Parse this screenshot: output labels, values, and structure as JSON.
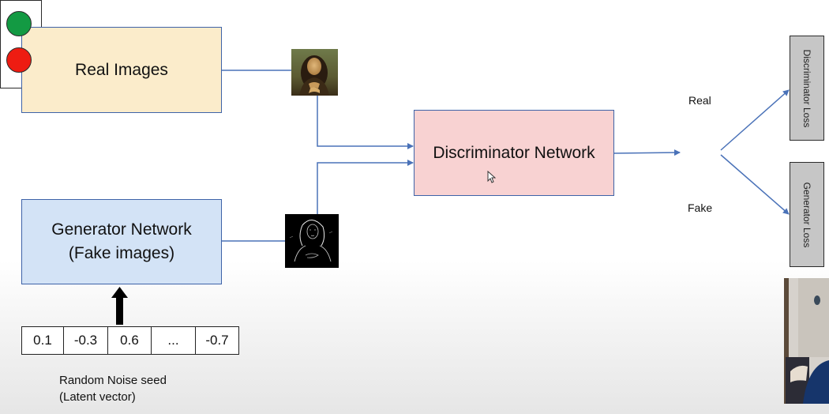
{
  "diagram": {
    "real_images_label": "Real Images",
    "generator_label_line1": "Generator Network",
    "generator_label_line2": "(Fake images)",
    "discriminator_label": "Discriminator Network",
    "real_label": "Real",
    "fake_label": "Fake",
    "discriminator_loss_label": "Discriminator Loss",
    "generator_loss_label": "Generator Loss",
    "noise_vector": [
      "0.1",
      "-0.3",
      "0.6",
      "...",
      "-0.7"
    ],
    "noise_caption_line1": "Random Noise seed",
    "noise_caption_line2": "(Latent vector)"
  },
  "colors": {
    "connector": "#4a72b8",
    "real_box_fill": "#fbeccb",
    "generator_box_fill": "#d3e3f6",
    "discriminator_box_fill": "#f8d2d2",
    "light_real": "#139a43",
    "light_fake": "#ee1c12",
    "loss_box_fill": "#c6c6c6"
  },
  "icons": {
    "real_thumbnail": "mona-lisa-painting",
    "fake_thumbnail": "mona-lisa-edge-sketch",
    "cursor": "mouse-pointer-icon",
    "noise_arrow": "arrow-up-icon"
  }
}
